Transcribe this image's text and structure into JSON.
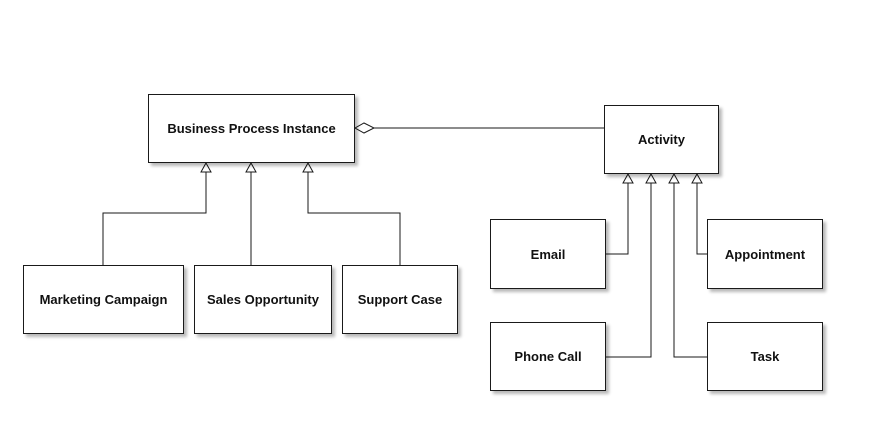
{
  "diagram": {
    "type": "uml-class-diagram",
    "nodes": {
      "business_process_instance": "Business Process Instance",
      "activity": "Activity",
      "marketing_campaign": "Marketing Campaign",
      "sales_opportunity": "Sales Opportunity",
      "support_case": "Support Case",
      "email": "Email",
      "appointment": "Appointment",
      "phone_call": "Phone Call",
      "task": "Task"
    },
    "relationships": [
      {
        "type": "aggregation",
        "whole": "Business Process Instance",
        "part": "Activity"
      },
      {
        "type": "generalization",
        "child": "Marketing Campaign",
        "parent": "Business Process Instance"
      },
      {
        "type": "generalization",
        "child": "Sales Opportunity",
        "parent": "Business Process Instance"
      },
      {
        "type": "generalization",
        "child": "Support Case",
        "parent": "Business Process Instance"
      },
      {
        "type": "generalization",
        "child": "Email",
        "parent": "Activity"
      },
      {
        "type": "generalization",
        "child": "Phone Call",
        "parent": "Activity"
      },
      {
        "type": "generalization",
        "child": "Task",
        "parent": "Activity"
      },
      {
        "type": "generalization",
        "child": "Appointment",
        "parent": "Activity"
      }
    ]
  }
}
